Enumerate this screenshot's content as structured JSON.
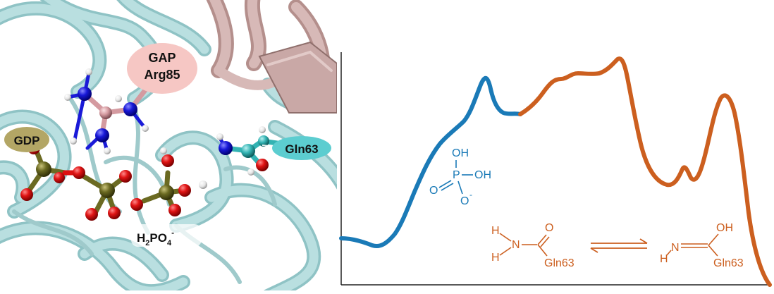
{
  "structure_labels": {
    "gap_line1": "GAP",
    "gap_line2": "Arg85",
    "gdp": "GDP",
    "gln63": "Gln63",
    "phosphate_base": "H",
    "phosphate_sub1": "2",
    "phosphate_mid": "PO",
    "phosphate_sub2": "4",
    "phosphate_sup": "-"
  },
  "profile_chemistry": {
    "phosphoric_acid": {
      "oh_top": "OH",
      "p": "P",
      "oh_right": "OH",
      "o_dbl": "O",
      "o_minus": "O",
      "minus": "-"
    },
    "amide": {
      "h1": "H",
      "h2": "H",
      "n": "N",
      "o": "O",
      "residue": "Gln63"
    },
    "imidic_acid": {
      "oh": "OH",
      "hn": "H",
      "n": "N",
      "residue": "Gln63"
    }
  },
  "colors": {
    "ribbon": "#a9d2d3",
    "ribbon_dark": "#8fc3c5",
    "gap_ribbon": "#c9a8a6",
    "gap_label_bg": "#f6c7c4",
    "gdp_label_bg": "#b3a665",
    "gln_label_bg": "#5ccdd0",
    "curve_blue": "#1a7ab7",
    "curve_orange": "#cc5f1f",
    "phosphorus": "#6b6a22",
    "oxygen": "#dd1111",
    "nitrogen": "#1a1ad8",
    "carbon_cyan": "#33b3b3",
    "carbon_pink": "#d49aa0",
    "hydrogen": "#f2f2f2"
  }
}
